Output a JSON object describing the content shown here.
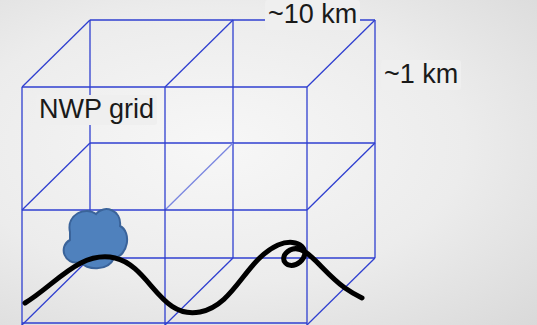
{
  "diagram": {
    "labels": [
      "~10 km",
      "~1 km",
      "NWP grid"
    ]
  }
}
